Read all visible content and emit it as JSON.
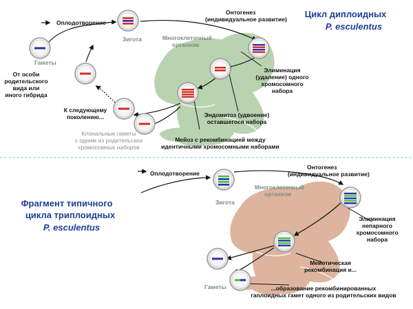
{
  "top": {
    "title_line1": "Цикл диплоидных",
    "title_line2": "P. esculentus",
    "fertilization": "Оплодотворение",
    "zygote": "Зигота",
    "ontogenesis_line1": "Онтогенез",
    "ontogenesis_line2": "(индивидуальное развитие)",
    "organism_line1": "Многоклеточный",
    "organism_line2": "организм",
    "gametes": "Гаметы",
    "from_parent": [
      "От особи",
      "родительского",
      "вида или",
      "иного гибрида"
    ],
    "elimination": [
      "Элиминация",
      "(удаление) одного",
      "хромосомного",
      "набора"
    ],
    "next_generation": [
      "К следующему",
      "поколению..."
    ],
    "endomitosis": [
      "Эндомитоз (удвоение)",
      "оставшегося набора"
    ],
    "clonal_gametes": [
      "Клональные гаметы",
      "с одним из родительских",
      "хромосомных наборов"
    ],
    "meiosis": [
      "Мейоз с рекомбинацией между",
      "идентичными хромосомными наборами"
    ]
  },
  "bottom": {
    "title": [
      "Фрагмент типичного",
      "цикла триплоидных"
    ],
    "title_species": "P. esculentus",
    "fertilization": "Оплодотворение",
    "zygote": "Зигота",
    "ontogenesis_line1": "Онтогенез",
    "ontogenesis_line2": "(индивидуальное развитие)",
    "organism_line1": "Многоклеточный",
    "organism_line2": "организм",
    "gametes": "Гаметы",
    "elimination": [
      "Элиминация",
      "непарного",
      "хромосомного",
      "набора"
    ],
    "meiotic": [
      "Мейотическая",
      "рекомбинация и..."
    ],
    "recombined": [
      "...образование рекомбинированных",
      "гаплоидных гамет одного из родительских видов"
    ]
  },
  "colors": {
    "title_blue": "#1d3f95",
    "frog_top": "#b9d3b0",
    "frog_bottom": "#ddb49e",
    "chrom_red": "#d62a24",
    "chrom_blue": "#2c2fa6",
    "chrom_green": "#3fc23a",
    "divider": "#7fd0e6"
  }
}
